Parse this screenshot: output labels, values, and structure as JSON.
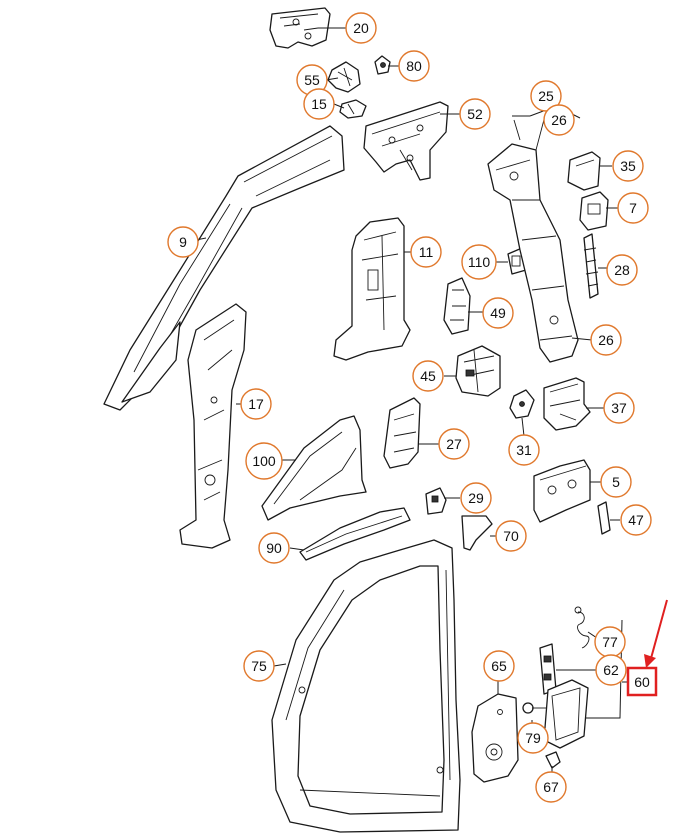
{
  "diagram": {
    "callouts": [
      {
        "id": "c20",
        "label": "20"
      },
      {
        "id": "c80",
        "label": "80"
      },
      {
        "id": "c55",
        "label": "55"
      },
      {
        "id": "c15",
        "label": "15"
      },
      {
        "id": "c52",
        "label": "52"
      },
      {
        "id": "c25",
        "label": "25"
      },
      {
        "id": "c26a",
        "label": "26"
      },
      {
        "id": "c35",
        "label": "35"
      },
      {
        "id": "c7",
        "label": "7"
      },
      {
        "id": "c9",
        "label": "9"
      },
      {
        "id": "c11",
        "label": "11"
      },
      {
        "id": "c110",
        "label": "110"
      },
      {
        "id": "c28",
        "label": "28"
      },
      {
        "id": "c49",
        "label": "49"
      },
      {
        "id": "c26b",
        "label": "26"
      },
      {
        "id": "c45",
        "label": "45"
      },
      {
        "id": "c17",
        "label": "17"
      },
      {
        "id": "c37",
        "label": "37"
      },
      {
        "id": "c27",
        "label": "27"
      },
      {
        "id": "c31",
        "label": "31"
      },
      {
        "id": "c100",
        "label": "100"
      },
      {
        "id": "c5",
        "label": "5"
      },
      {
        "id": "c29",
        "label": "29"
      },
      {
        "id": "c47",
        "label": "47"
      },
      {
        "id": "c70",
        "label": "70"
      },
      {
        "id": "c90",
        "label": "90"
      },
      {
        "id": "c77",
        "label": "77"
      },
      {
        "id": "c75",
        "label": "75"
      },
      {
        "id": "c65",
        "label": "65"
      },
      {
        "id": "c62",
        "label": "62"
      },
      {
        "id": "c79",
        "label": "79"
      },
      {
        "id": "c67",
        "label": "67"
      }
    ],
    "highlight": {
      "label": "60",
      "color": "#e02020"
    },
    "accent_color": "#e0782c"
  }
}
